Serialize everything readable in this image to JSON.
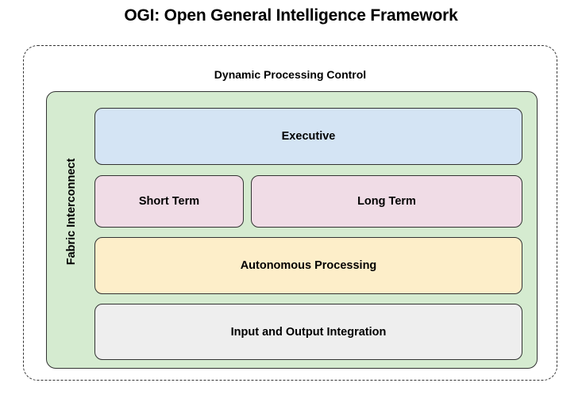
{
  "diagram": {
    "title": "OGI: Open General Intelligence Framework",
    "type": "nested-block-architecture",
    "outer_container": {
      "label": "Dynamic Processing Control",
      "border_style": "dashed",
      "border_color": "#333333"
    },
    "fabric": {
      "label": "Fabric Interconnect",
      "orientation": "vertical",
      "fill_color": "#d5ebd0",
      "border_color": "#333333"
    },
    "modules": [
      {
        "id": "executive",
        "label": "Executive",
        "fill_color": "#d4e4f4",
        "row": 1,
        "span": "full"
      },
      {
        "id": "short-term",
        "label": "Short Term",
        "fill_color": "#f0dce6",
        "row": 2,
        "span": "left"
      },
      {
        "id": "long-term",
        "label": "Long Term",
        "fill_color": "#f0dce6",
        "row": 2,
        "span": "right"
      },
      {
        "id": "autonomous-processing",
        "label": "Autonomous Processing",
        "fill_color": "#fdeec9",
        "row": 3,
        "span": "full"
      },
      {
        "id": "input-output-integration",
        "label": "Input and Output Integration",
        "fill_color": "#eeeeee",
        "row": 4,
        "span": "full"
      }
    ]
  }
}
